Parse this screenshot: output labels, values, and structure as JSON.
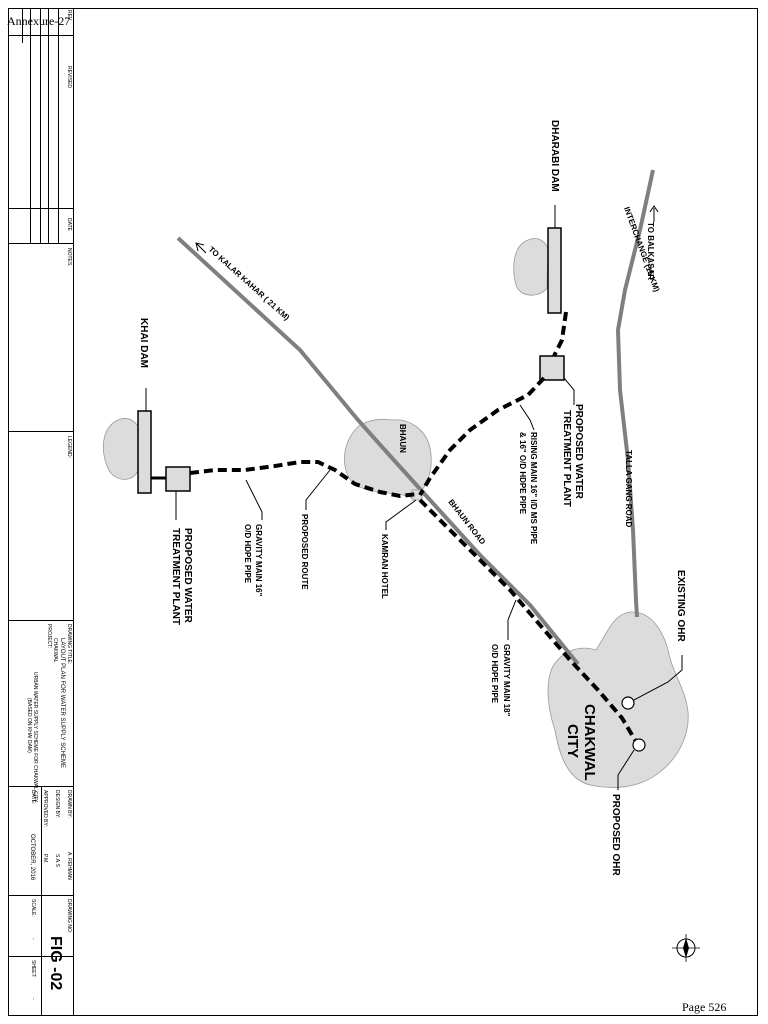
{
  "annexure": "Annexure-27",
  "page_number": "Page 526",
  "title_block": {
    "rev_header": "REV.",
    "revised_label": "REVISED",
    "date_label": "DATE",
    "notes_label": "NOTES:",
    "legend_label": "LEGEND:",
    "drawing_title_label": "DRAWING TITLE:",
    "drawing_title_1": "LAYOUT PLAN FOR WATER SUPPLY SCHEME",
    "drawing_title_2": "CHAKWAL",
    "project_label": "PROJECT:",
    "project_1": "URBAN WATER SUPPLY SCHEME FOR CHAKWAL CITY",
    "project_2": "(BASED ON KHAI DAM)",
    "drawn_by_label": "DRAWN BY:",
    "drawn_by": "A. REHMAN",
    "designed_by_label": "DESIGN BY:",
    "designed_by": "S.A.S",
    "approved_by_label": "APPROVED BY:",
    "approved_by": "P.M.",
    "date_field_label": "DATE:",
    "date_value": "OCTOBER, 2016",
    "scale_label": "SCALE:",
    "scale_value": "-",
    "drawing_no_label": "DRAWING NO:",
    "drawing_no": "FIG -02",
    "sheet_label": "SHEET:",
    "sheet_value": "-"
  },
  "map": {
    "labels": {
      "dharabi_dam": "DHARABI DAM",
      "to_balkasar": "TO BALKASAR",
      "interchange": "INTERCHANGE (15 KM)",
      "to_kalar_kahar": "TO KALAR KAHAR ( 21 KM)",
      "khai_dam": "KHAI DAM",
      "bhaun": "BHAUN",
      "bhaun_road": "BHAUN ROAD",
      "talla_gang_road": "TALLA GANG ROAD",
      "proposed_wtp_right_1": "PROPOSED WATER",
      "proposed_wtp_right_2": "TREATMENT PLANT",
      "rising_main_1": "RISING MAIN 16\" I/D MS PIPE",
      "rising_main_2": "& 16\" O/D HDPE PIPE",
      "proposed_wtp_left_1": "PROPOSED WATER",
      "proposed_wtp_left_2": "TREATMENT PLANT",
      "gravity_main_16_1": "GRAVITY MAIN 16\"",
      "gravity_main_16_2": "O/D HDPE PIPE",
      "proposed_route": "PROPOSED ROUTE",
      "kamran_hotel": "KAMRAN HOTEL",
      "gravity_main_18_1": "GRAVITY MAIN 18\"",
      "gravity_main_18_2": "O/D HDPE PIPE",
      "existing_ohr": "EXISTING OHR",
      "proposed_ohr": "PROPOSED OHR",
      "chakwal_1": "CHAKWAL",
      "chakwal_2": "CITY"
    },
    "colors": {
      "road": "#7f7f7f",
      "area_fill": "#dcdcdc",
      "pipe": "#000000"
    }
  }
}
